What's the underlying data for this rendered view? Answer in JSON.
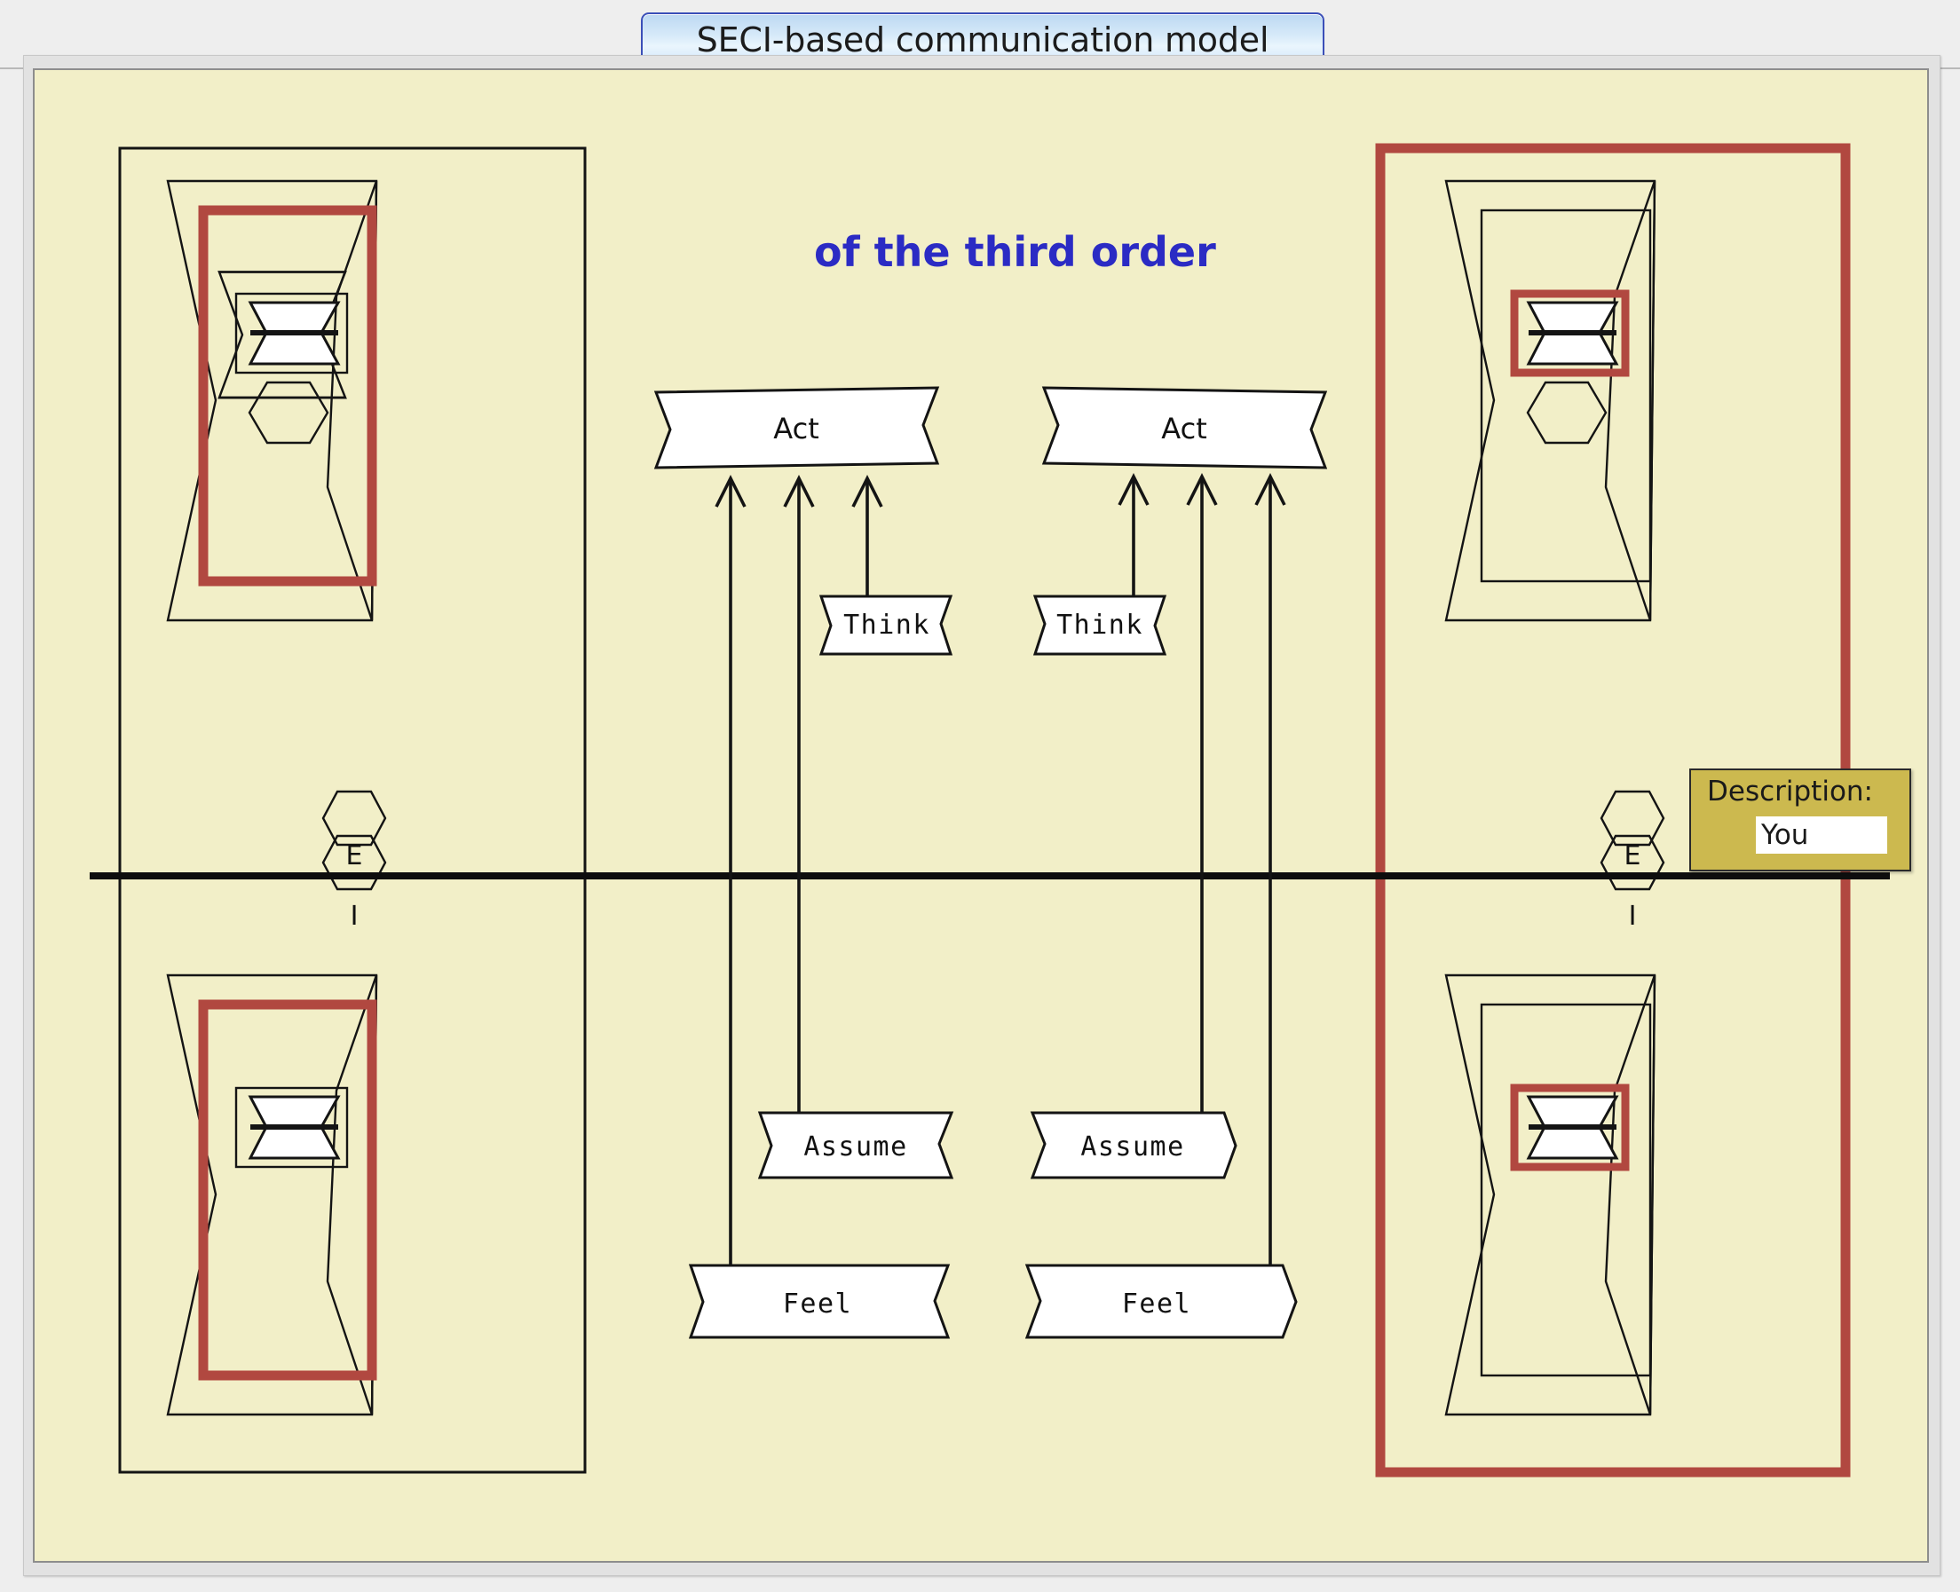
{
  "window": {
    "tab_title": "SECI-based communication model"
  },
  "diagram": {
    "heading": "of the third order",
    "actors": [
      {
        "id": "left-actor",
        "side": "left",
        "highlight_level": "middle",
        "highlight_color": "#b14840",
        "boundary_label": "",
        "ei_marker": {
          "external": "E",
          "internal": "I"
        }
      },
      {
        "id": "right-actor",
        "side": "right",
        "highlight_level": "outer-and-inner",
        "highlight_color": "#b14840",
        "boundary_label": "",
        "ei_marker": {
          "external": "E",
          "internal": "I"
        }
      }
    ],
    "flow_nodes": [
      {
        "id": "act-left",
        "label": "Act",
        "column": "left",
        "half": "upper"
      },
      {
        "id": "act-right",
        "label": "Act",
        "column": "right",
        "half": "upper"
      },
      {
        "id": "think-left",
        "label": "Think",
        "column": "left",
        "half": "upper"
      },
      {
        "id": "think-right",
        "label": "Think",
        "column": "right",
        "half": "upper"
      },
      {
        "id": "assume-left",
        "label": "Assume",
        "column": "left",
        "half": "lower"
      },
      {
        "id": "assume-right",
        "label": "Assume",
        "column": "right",
        "half": "lower"
      },
      {
        "id": "feel-left",
        "label": "Feel",
        "column": "left",
        "half": "lower"
      },
      {
        "id": "feel-right",
        "label": "Feel",
        "column": "right",
        "half": "lower"
      }
    ],
    "connections": [
      {
        "from": "feel-left",
        "to": "act-left"
      },
      {
        "from": "assume-left",
        "to": "act-left"
      },
      {
        "from": "think-left",
        "to": "act-left"
      },
      {
        "from": "feel-right",
        "to": "act-right"
      },
      {
        "from": "assume-right",
        "to": "act-right"
      },
      {
        "from": "think-right",
        "to": "act-right"
      }
    ],
    "colors": {
      "canvas": "#f2efc8",
      "accent_red": "#b14840",
      "heading_blue": "#2b2bc4",
      "tooltip_bg": "#ccb94f",
      "line": "#141414"
    }
  },
  "tooltip": {
    "label": "Description:",
    "value": "You"
  }
}
